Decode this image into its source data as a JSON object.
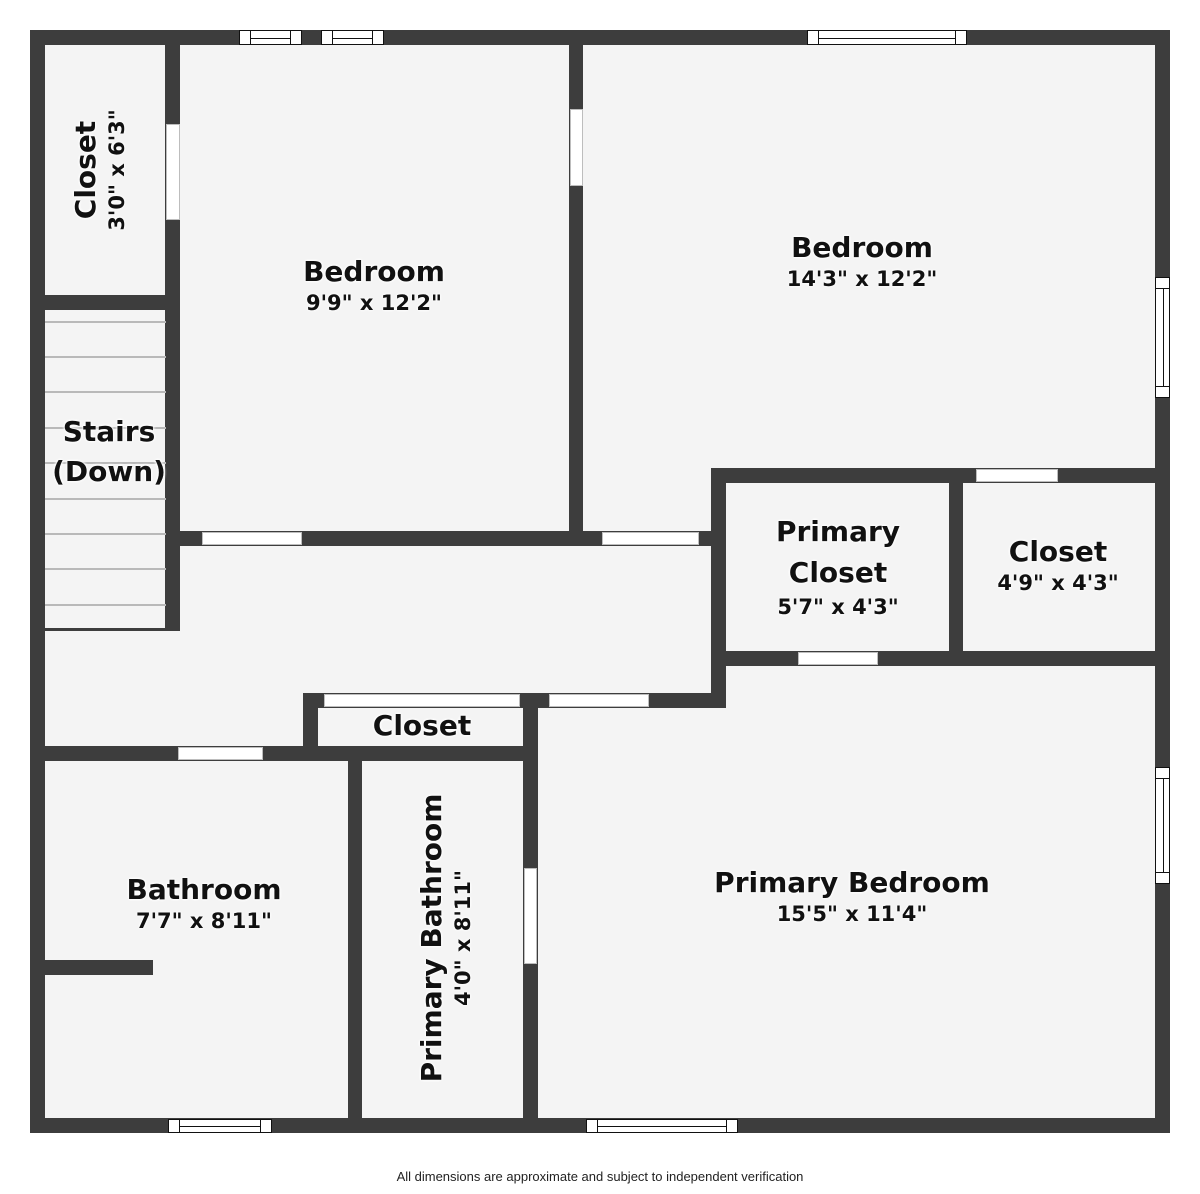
{
  "floorplan": {
    "rooms": [
      {
        "id": "closet-nw",
        "name": "Closet",
        "dimensions": "3'0\" x 6'3\""
      },
      {
        "id": "bedroom-2",
        "name": "Bedroom",
        "dimensions": "9'9\" x 12'2\""
      },
      {
        "id": "bedroom-3",
        "name": "Bedroom",
        "dimensions": "14'3\" x 12'2\""
      },
      {
        "id": "stairs",
        "name": "Stairs\n(Down)",
        "name_line1": "Stairs",
        "name_line2": "(Down)"
      },
      {
        "id": "primary-closet",
        "name": "Primary Closet",
        "name_line1": "Primary",
        "name_line2": "Closet",
        "dimensions": "5'7\" x 4'3\""
      },
      {
        "id": "closet-ne",
        "name": "Closet",
        "dimensions": "4'9\" x 4'3\""
      },
      {
        "id": "hall-closet",
        "name": "Closet"
      },
      {
        "id": "bathroom",
        "name": "Bathroom",
        "dimensions": "7'7\" x 8'11\""
      },
      {
        "id": "primary-bathroom",
        "name": "Primary Bathroom",
        "dimensions": "4'0\" x 8'11\""
      },
      {
        "id": "primary-bedroom",
        "name": "Primary Bedroom",
        "dimensions": "15'5\" x 11'4\""
      }
    ],
    "colors": {
      "wall": "#3d3d3d",
      "floor": "#f4f4f4",
      "opening": "#ffffff",
      "background": "#ffffff"
    }
  },
  "footer": {
    "disclaimer": "All dimensions are approximate and subject to independent verification"
  }
}
